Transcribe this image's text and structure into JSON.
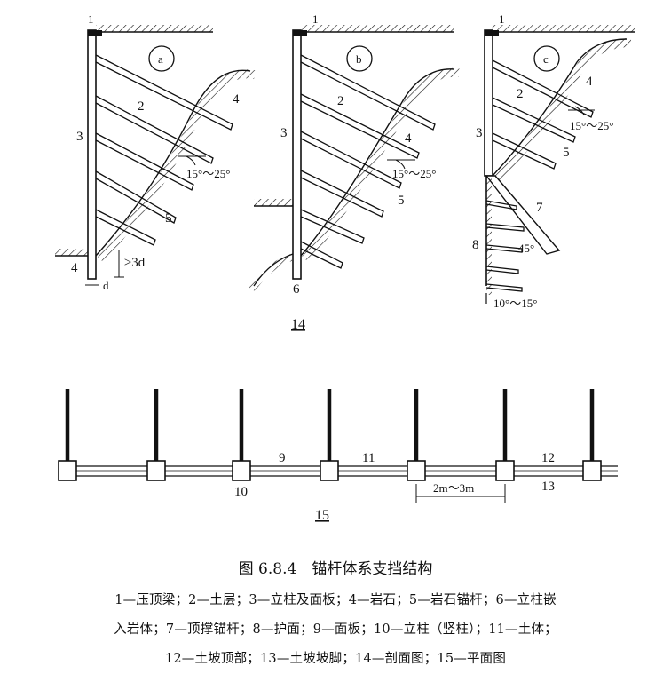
{
  "labels": {
    "n1": "1",
    "n2": "2",
    "n3": "3",
    "n4": "4",
    "n5": "5",
    "n6": "6",
    "n7": "7",
    "n8": "8",
    "n9": "9",
    "n10": "10",
    "n11": "11",
    "n12": "12",
    "n13": "13",
    "circle_a": "a",
    "circle_b": "b",
    "circle_c": "c",
    "angle_15_25": "15°～25°",
    "angle_45": "45°",
    "angle_10_15": "10°～15°",
    "embed_depth": "≥3d",
    "d": "d",
    "spacing": "2m～3m"
  },
  "section_view_label": "14",
  "plan_view_label": "15",
  "caption": {
    "title": "图 6.8.4　锚杆体系支挡结构",
    "legend_line1": "1—压顶梁；2—土层；3—立柱及面板；4—岩石；5—岩石锚杆；6—立柱嵌",
    "legend_line2": "入岩体；7—顶撑锚杆；8—护面；9—面板；10—立柱（竖柱）；11—土体；",
    "legend_line3": "12—土坡顶部；13—土坡坡脚；14—剖面图；15—平面图"
  }
}
